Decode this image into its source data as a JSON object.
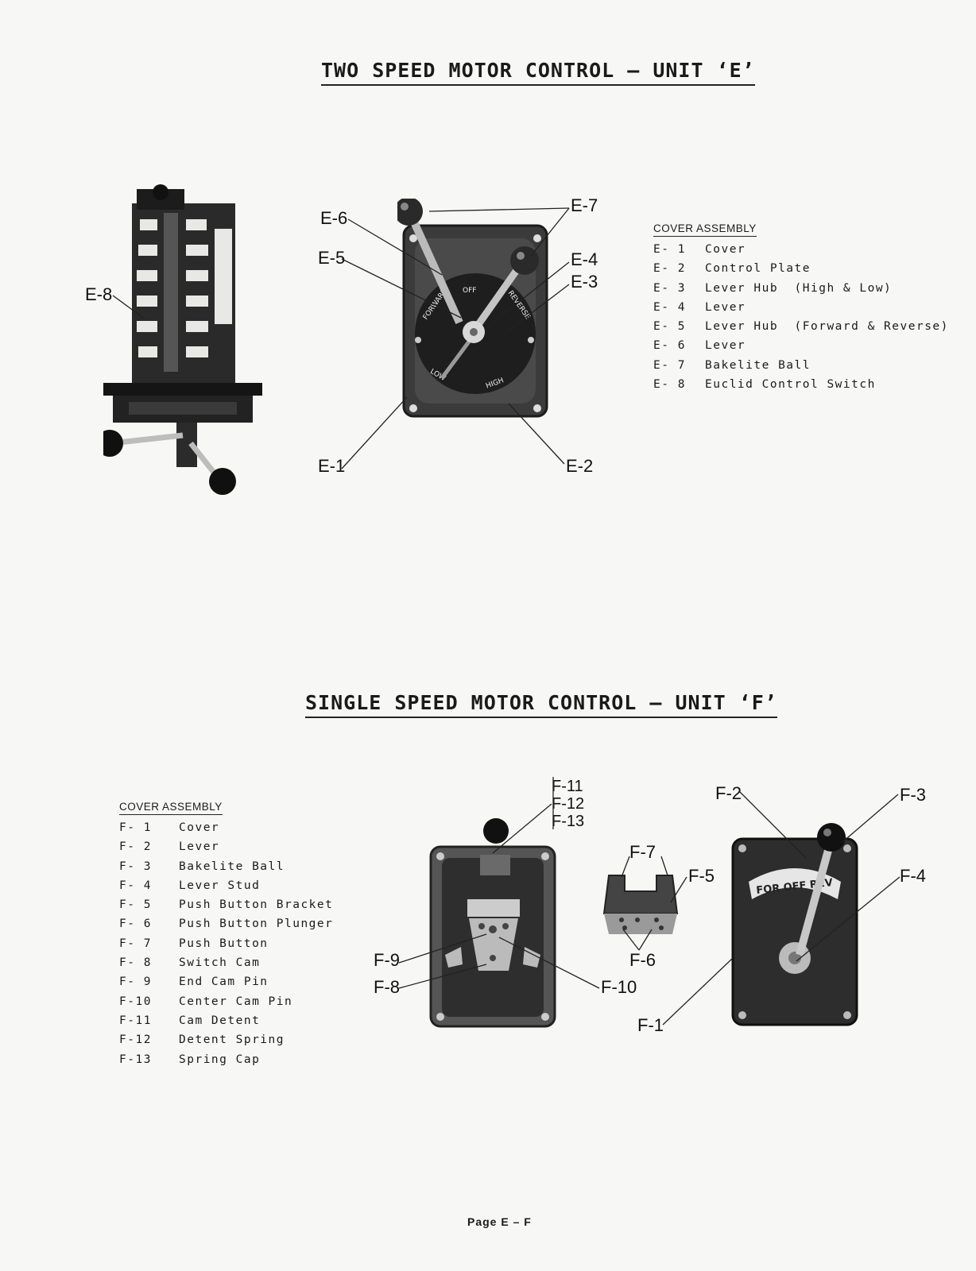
{
  "unit_e": {
    "title": "TWO SPEED MOTOR CONTROL – UNIT ‘E’",
    "legend_title": "COVER ASSEMBLY",
    "items": [
      {
        "code": "E- 1",
        "desc": "Cover"
      },
      {
        "code": "E- 2",
        "desc": "Control Plate"
      },
      {
        "code": "E- 3",
        "desc": "Lever Hub  (High & Low)"
      },
      {
        "code": "E- 4",
        "desc": "Lever"
      },
      {
        "code": "E- 5",
        "desc": "Lever Hub  (Forward & Reverse)"
      },
      {
        "code": "E- 6",
        "desc": "Lever"
      },
      {
        "code": "E- 7",
        "desc": "Bakelite Ball"
      },
      {
        "code": "E- 8",
        "desc": "Euclid Control Switch"
      }
    ],
    "callouts": {
      "e1": "E-1",
      "e2": "E-2",
      "e3": "E-3",
      "e4": "E-4",
      "e5": "E-5",
      "e6": "E-6",
      "e7": "E-7",
      "e8": "E-8"
    },
    "dial": {
      "forward": "FORWARD",
      "off": "OFF",
      "reverse": "REVERSE",
      "low": "LOW",
      "high": "HIGH"
    }
  },
  "unit_f": {
    "title": "SINGLE SPEED MOTOR CONTROL – UNIT ‘F’",
    "legend_title": "COVER ASSEMBLY",
    "items": [
      {
        "code": "F- 1",
        "desc": "Cover"
      },
      {
        "code": "F- 2",
        "desc": "Lever"
      },
      {
        "code": "F- 3",
        "desc": "Bakelite Ball"
      },
      {
        "code": "F- 4",
        "desc": "Lever Stud"
      },
      {
        "code": "F- 5",
        "desc": "Push Button Bracket"
      },
      {
        "code": "F- 6",
        "desc": "Push Button Plunger"
      },
      {
        "code": "F- 7",
        "desc": "Push Button"
      },
      {
        "code": "F- 8",
        "desc": "Switch Cam"
      },
      {
        "code": "F- 9",
        "desc": "End Cam Pin"
      },
      {
        "code": "F-10",
        "desc": "Center Cam Pin"
      },
      {
        "code": "F-11",
        "desc": "Cam Detent"
      },
      {
        "code": "F-12",
        "desc": "Detent Spring"
      },
      {
        "code": "F-13",
        "desc": "Spring Cap"
      }
    ],
    "callouts": {
      "f1": "F-1",
      "f2": "F-2",
      "f3": "F-3",
      "f4": "F-4",
      "f5": "F-5",
      "f6": "F-6",
      "f7": "F-7",
      "f8": "F-8",
      "f9": "F-9",
      "f10": "F-10",
      "f11": "F-11",
      "f12": "F-12",
      "f13": "F-13"
    },
    "plate": "FOR OFF REV"
  },
  "footer": "Page E – F"
}
